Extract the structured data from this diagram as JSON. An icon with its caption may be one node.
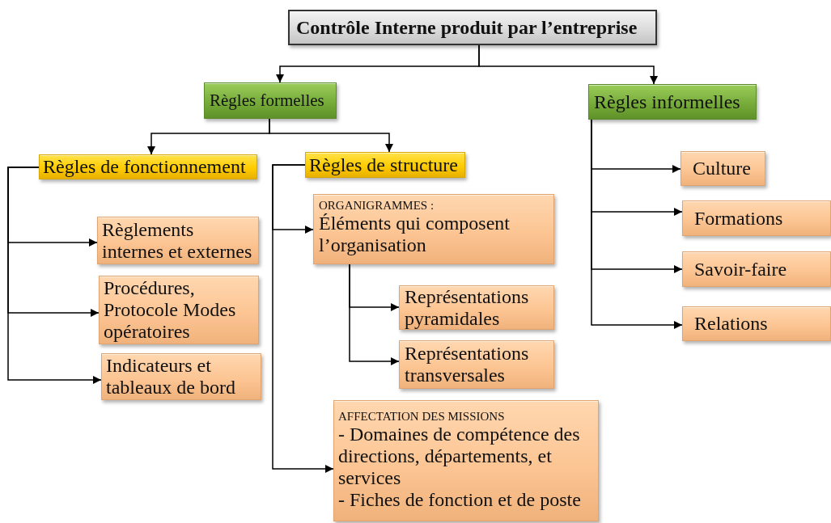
{
  "diagram": {
    "nodes": [
      {
        "text": [
          "Contrôle Interne produit par l’entreprise"
        ]
      },
      {
        "text": [
          "Règles formelles"
        ]
      },
      {
        "text": [
          "Règles informelles"
        ]
      },
      {
        "text": [
          "Règles de fonctionnement"
        ]
      },
      {
        "text": [
          "Règles de structure"
        ]
      },
      {
        "text": [
          "Règlements internes et externes"
        ]
      },
      {
        "text": [
          "Procédures, Protocole Modes opératoires"
        ]
      },
      {
        "text": [
          "Indicateurs et tableaux de bord"
        ]
      },
      {
        "text": [
          "ORGANIGRAMMES :",
          "Éléments qui composent l’organisation"
        ]
      },
      {
        "text": [
          "Représentations pyramidales"
        ]
      },
      {
        "text": [
          "Représentations transversales"
        ]
      },
      {
        "text": [
          "AFFECTATION DES MISSIONS",
          "- Domaines de compétence des directions, départements, et services",
          "- Fiches de fonction et de poste"
        ]
      },
      {
        "text": [
          "Culture"
        ]
      },
      {
        "text": [
          "Formations"
        ]
      },
      {
        "text": [
          "Savoir-faire"
        ]
      },
      {
        "text": [
          "Relations"
        ]
      }
    ],
    "edges": [
      {
        "from": 0,
        "to": 1,
        "arrow": "to"
      },
      {
        "from": 0,
        "to": 2,
        "arrow": "to"
      },
      {
        "from": 1,
        "to": 3,
        "arrow": "to"
      },
      {
        "from": 1,
        "to": 4,
        "arrow": "to"
      },
      {
        "from": 3,
        "to": 5,
        "arrow": "to"
      },
      {
        "from": 3,
        "to": 6,
        "arrow": "to"
      },
      {
        "from": 3,
        "to": 7,
        "arrow": "to"
      },
      {
        "from": 4,
        "to": 8,
        "arrow": "to"
      },
      {
        "from": 4,
        "to": 11,
        "arrow": "to"
      },
      {
        "from": 8,
        "to": 9,
        "arrow": "to"
      },
      {
        "from": 8,
        "to": 10,
        "arrow": "to"
      },
      {
        "from": 2,
        "to": 12,
        "arrow": "to"
      },
      {
        "from": 2,
        "to": 13,
        "arrow": "to"
      },
      {
        "from": 2,
        "to": 14,
        "arrow": "to"
      },
      {
        "from": 2,
        "to": 15,
        "arrow": "to"
      }
    ]
  }
}
